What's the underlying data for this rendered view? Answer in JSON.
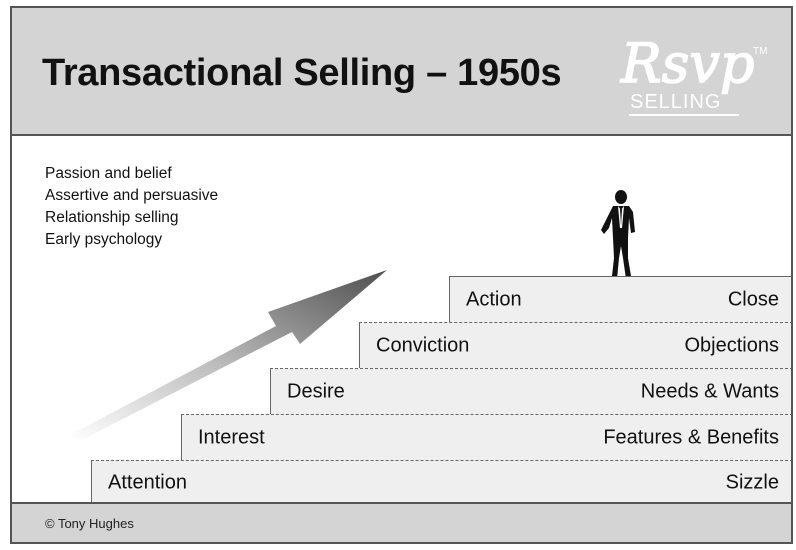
{
  "header": {
    "title": "Transactional Selling – 1950s",
    "logo": {
      "mark": "Rsvp",
      "word": "SELLING",
      "trademark": "TM"
    }
  },
  "notes": [
    "Passion and belief",
    "Assertive and persuasive",
    "Relationship selling",
    "Early psychology"
  ],
  "steps": [
    {
      "stage": "Action",
      "technique": "Close"
    },
    {
      "stage": "Conviction",
      "technique": "Objections"
    },
    {
      "stage": "Desire",
      "technique": "Needs & Wants"
    },
    {
      "stage": "Interest",
      "technique": "Features & Benefits"
    },
    {
      "stage": "Attention",
      "technique": "Sizzle"
    }
  ],
  "footer": {
    "copyright": "© Tony Hughes"
  },
  "icons": {
    "arrow": "upward-gradient-arrow-icon",
    "person": "businessman-silhouette-icon"
  },
  "colors": {
    "header_bg": "#d4d4d4",
    "step_bg": "#efefef",
    "border": "#555555"
  }
}
